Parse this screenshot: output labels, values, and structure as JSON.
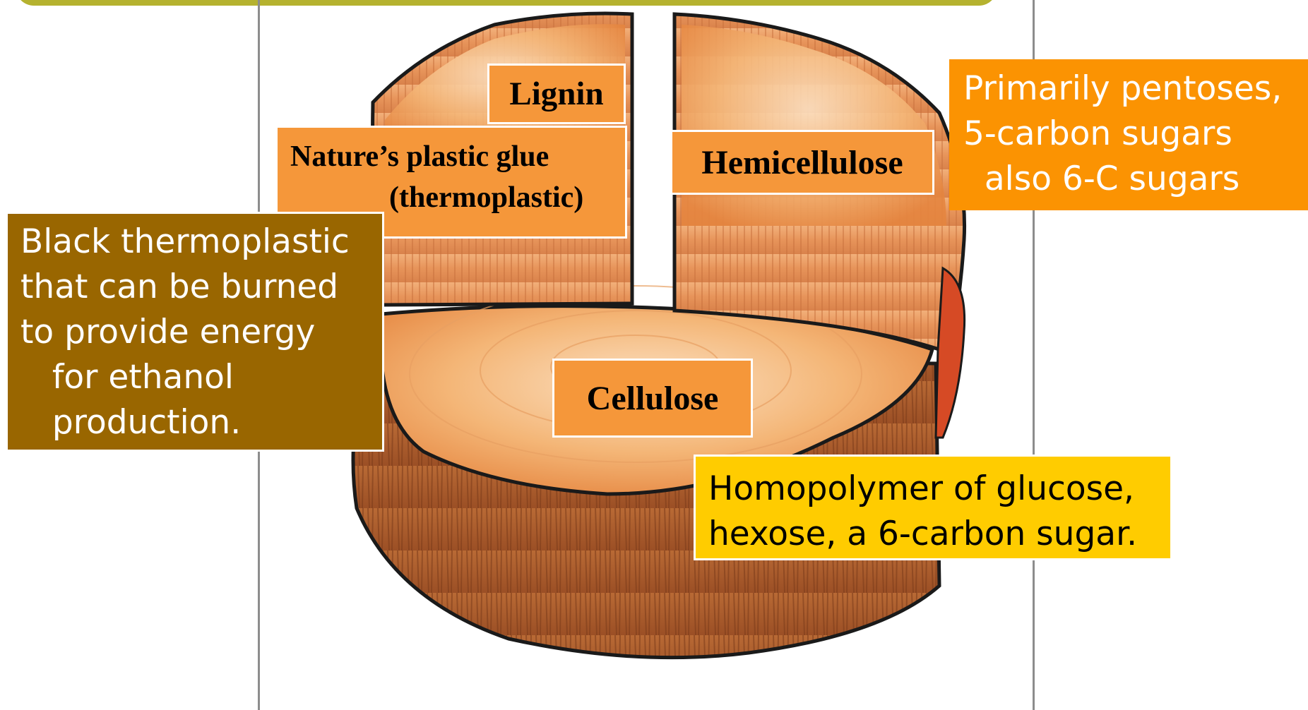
{
  "figure": {
    "illustration": "cut wood log divided into lignin, hemicellulose and cellulose sections",
    "colors": {
      "background": "#ffffff",
      "banner": "#b5b22f",
      "guide_line": "#8d8d8d",
      "label_orange": "#f5973a",
      "lignin_note": "#996600",
      "pentose_note": "#fb9302",
      "glucose_note": "#ffcc00",
      "wood_light": "#f6c183",
      "wood_bark": "#a35a2a",
      "wood_outline": "#1a1a1a"
    }
  },
  "labels": {
    "lignin": "Lignin",
    "glue_line1": "Nature’s plastic glue",
    "glue_line2": "(thermoplastic)",
    "hemicellulose": "Hemicellulose",
    "cellulose": "Cellulose"
  },
  "notes": {
    "lignin_note": "Black thermoplastic\nthat can be burned\nto provide energy\n   for ethanol\n   production.",
    "pentose_note": "Primarily pentoses,\n5-carbon sugars\n  also 6-C sugars",
    "glucose_note": "Homopolymer of glucose,\nhexose, a 6-carbon sugar."
  }
}
